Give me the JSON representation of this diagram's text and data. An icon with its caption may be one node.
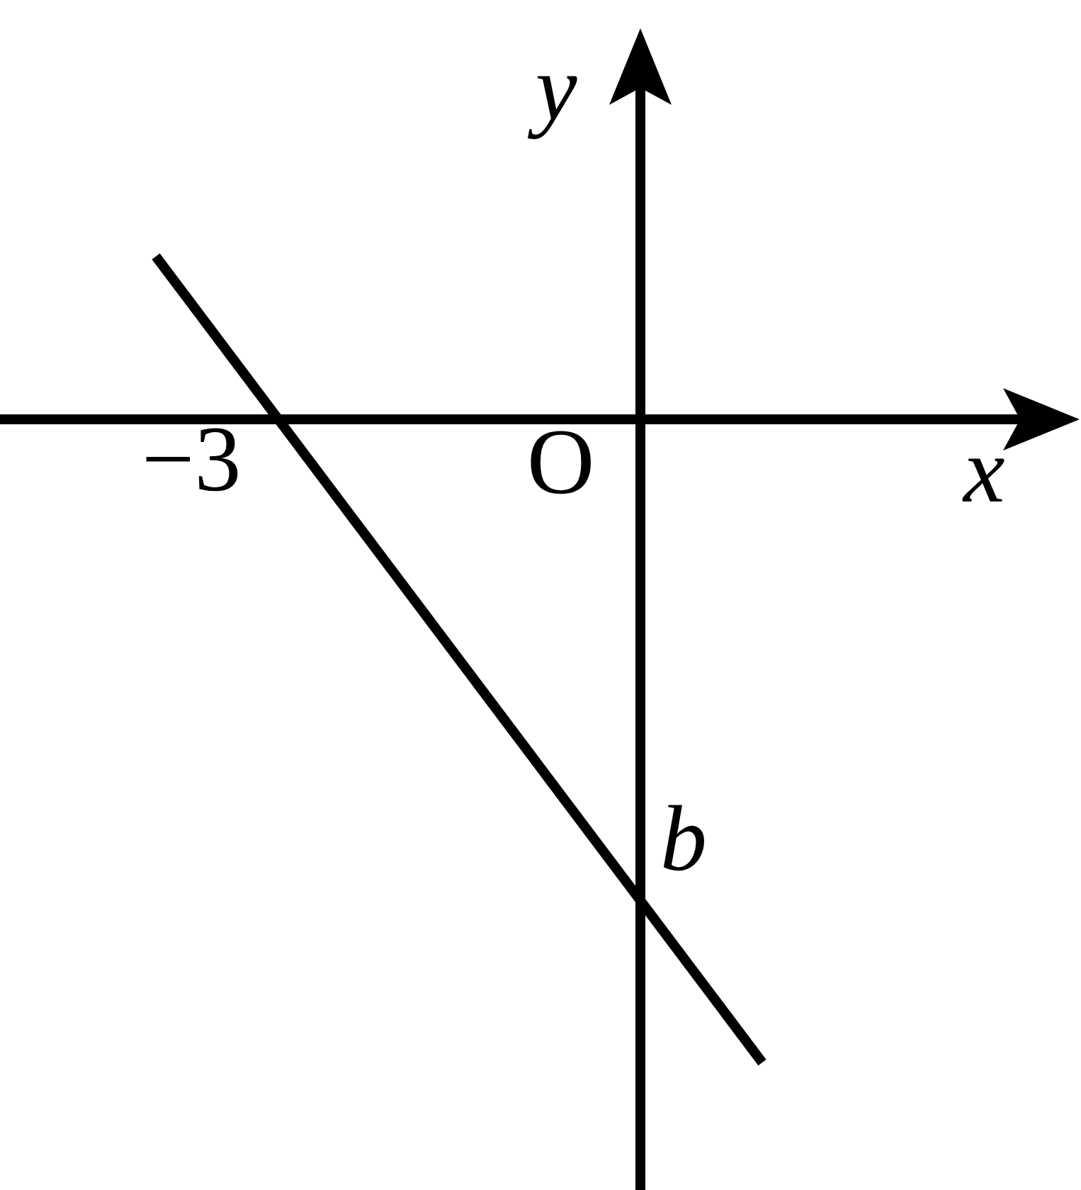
{
  "diagram": {
    "labels": [
      "y",
      "−3",
      "O",
      "x",
      "b"
    ]
  }
}
